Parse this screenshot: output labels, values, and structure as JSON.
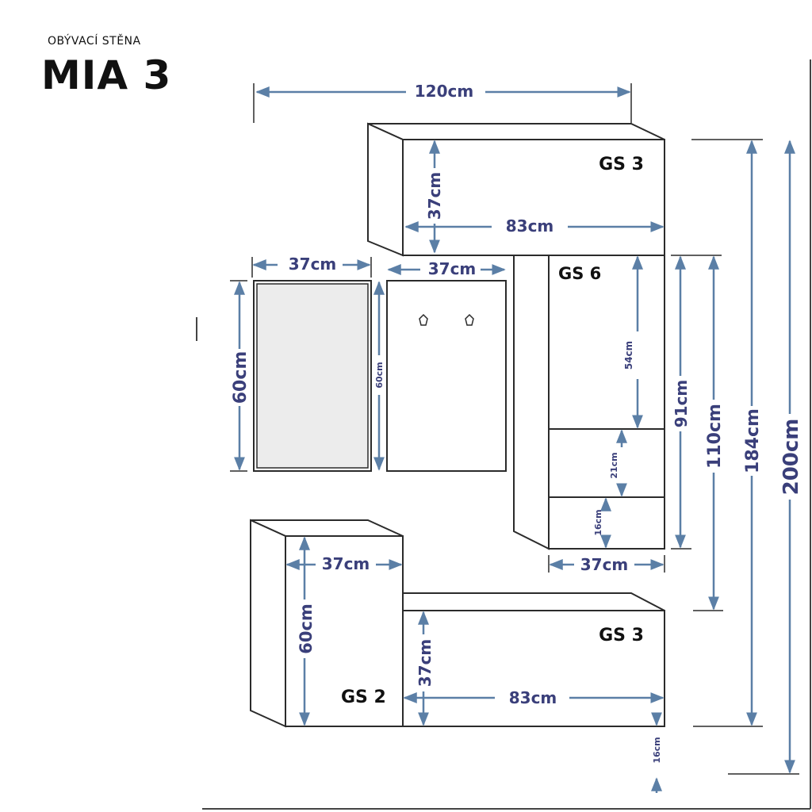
{
  "header": {
    "subtitle": "OBÝVACÍ STĚNA",
    "title": "MIA 3"
  },
  "colors": {
    "outline": "#2b2b2b",
    "dimension": "#3a3f7a",
    "arrow": "#5b7fa6",
    "mirror_fill": "#ececec"
  },
  "units": {
    "top_gs3": {
      "label": "GS 3",
      "width": "83cm",
      "height": "37cm"
    },
    "gs6": {
      "label": "GS 6",
      "width": "37cm",
      "upper": "54cm",
      "middle": "21cm",
      "lower": "16cm",
      "total": "91cm"
    },
    "mirror": {
      "width": "37cm",
      "height": "60cm"
    },
    "hanger": {
      "width": "37cm",
      "height": "60cm"
    },
    "gs2": {
      "label": "GS 2",
      "width": "37cm",
      "height": "60cm"
    },
    "bottom_gs3": {
      "label": "GS 3",
      "width": "83cm",
      "height": "37cm",
      "floor_gap": "16cm"
    }
  },
  "overall": {
    "width": "120cm",
    "height_110": "110cm",
    "height_184": "184cm",
    "height_200": "200cm"
  }
}
